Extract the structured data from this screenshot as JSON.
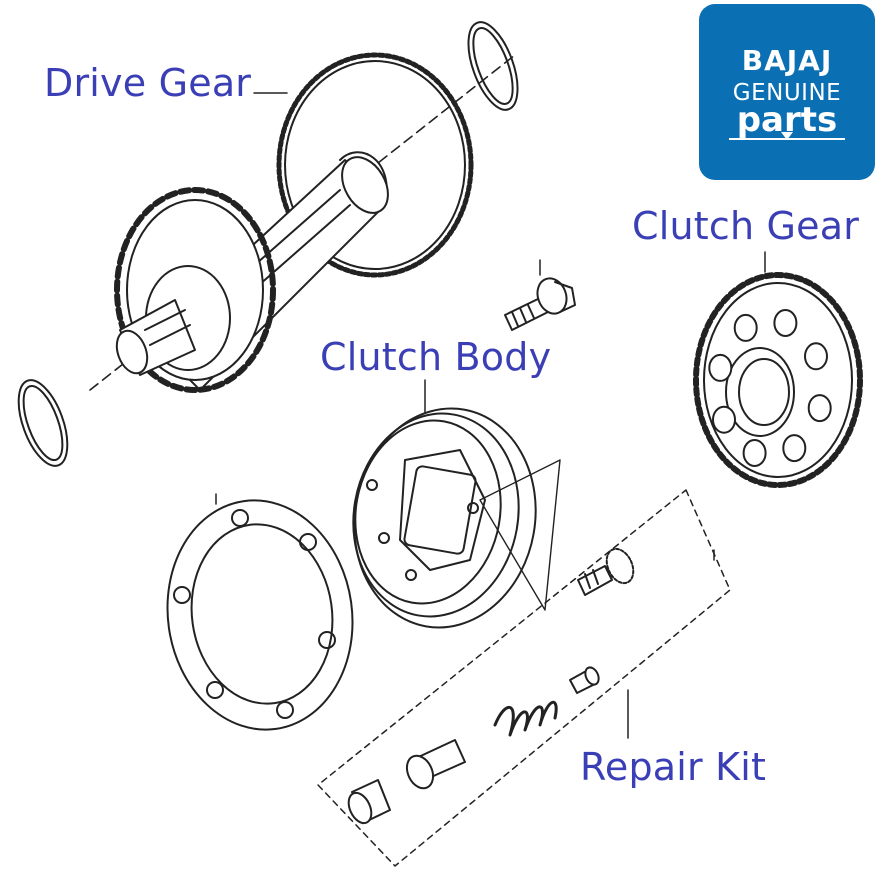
{
  "labels": {
    "drive_gear": "Drive Gear",
    "clutch_gear": "Clutch Gear",
    "clutch_body": "Clutch Body",
    "repair_kit": "Repair Kit"
  },
  "logo": {
    "brand": "BAJAJ",
    "line1": "GENUINE",
    "line2": "parts"
  },
  "colors": {
    "label": "#3b3fb5",
    "line_art": "#222222",
    "logo_bg": "#0a6fb3",
    "logo_text": "#ffffff"
  }
}
